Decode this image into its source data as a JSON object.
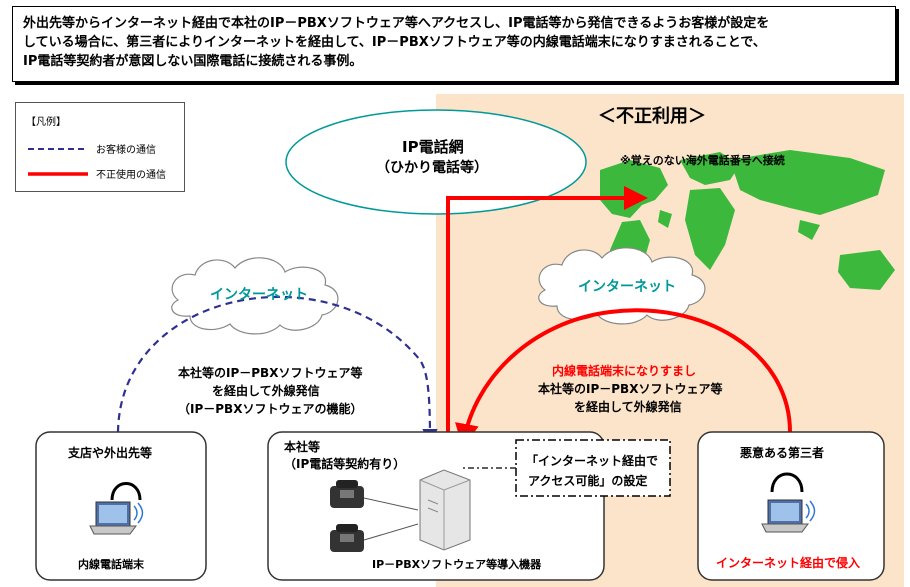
{
  "header": {
    "lines": [
      "外出先等からインターネット経由で本社のIP－PBXソフトウェア等へアクセスし、IP電話等から発信できるようお客様が設定を",
      "している場合に、第三者によりインターネットを経由して、IP－PBXソフトウェア等の内線電話端末になりすまされることで、",
      "IP電話等契約者が意図しない国際電話に接続される事例。"
    ]
  },
  "legend": {
    "title": "【凡例】",
    "items": [
      {
        "label": "お客様の通信",
        "color": "#2e3192"
      },
      {
        "label": "不正使用の通信",
        "color": "#ff0000"
      }
    ]
  },
  "fraud": {
    "title": "＜不正利用＞",
    "note": "※覚えのない海外電話番号へ接続"
  },
  "ip_network": {
    "line1": "IP電話網",
    "line2": "（ひかり電話等）"
  },
  "internet_left": "インターネット",
  "internet_right": "インターネット",
  "customer_route": {
    "lines": [
      "本社等のIP－PBXソフトウェア等",
      "を経由して外線発信",
      "（IP－PBXソフトウェアの機能）"
    ]
  },
  "fraud_route": {
    "line1": "内線電話端末になりすまし",
    "line2": "本社等のIP－PBXソフトウェア等",
    "line3": "を経由して外線発信"
  },
  "branch": {
    "title": "支店や外出先等",
    "device_label": "内線電話端末"
  },
  "hq": {
    "title": "本社等",
    "subtitle": "（IP電話等契約有り）",
    "device_label": "IP－PBXソフトウェア等導入機器"
  },
  "setting": {
    "line1": "「インターネット経由で",
    "line2": "アクセス可能」の設定"
  },
  "attacker": {
    "title": "悪意ある第三者",
    "caption": "インターネット経由で侵入"
  },
  "colors": {
    "fraud_bg": "#fbe4c9",
    "red": "#ff0000",
    "blue": "#2e3192",
    "teal": "#009999",
    "map_green": "#3cb83c"
  }
}
